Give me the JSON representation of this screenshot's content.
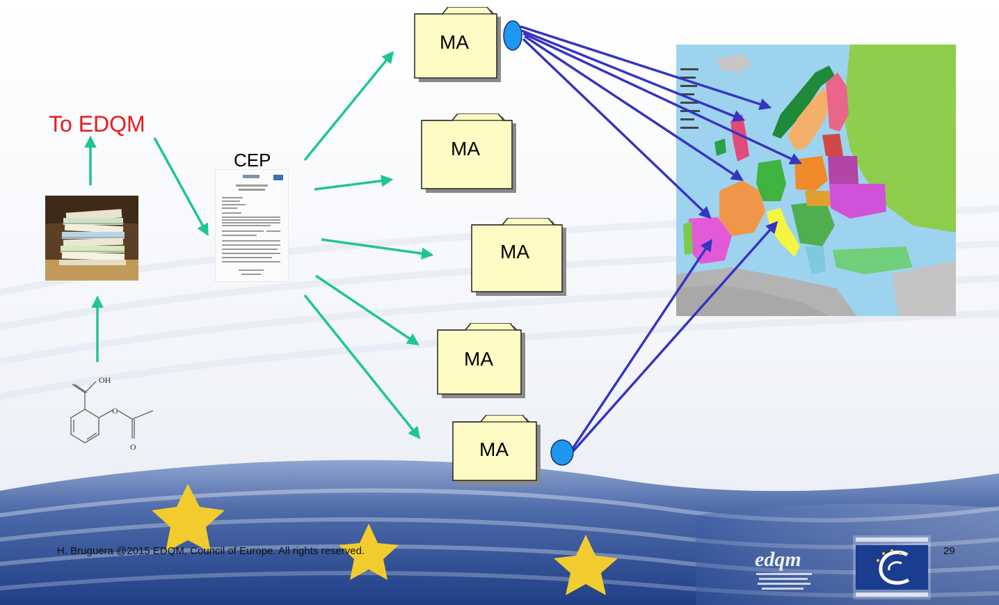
{
  "slide": {
    "to_edqm_label": "To EDQM",
    "cep_label": "CEP",
    "molecule_labels": {
      "oh": "OH",
      "o_ring": "O",
      "o_carbonyl": "O"
    },
    "folders": [
      {
        "label": "MA"
      },
      {
        "label": "MA"
      },
      {
        "label": "MA"
      },
      {
        "label": "MA"
      },
      {
        "label": "MA"
      }
    ],
    "footer": {
      "copyright": "H. Bruguera @2015  EDQM, Council of Europe. All rights reserved.",
      "page_number": "29"
    },
    "colors": {
      "to_edqm_red": "#e8191a",
      "green_arrow": "#1ec596",
      "blue_arrow": "#3535c0",
      "folder_fill": "#fffbc4",
      "folder_shadow": "#8a8a8a",
      "ellipse_fill": "#1f97f0",
      "flag_blue": "#1a3d8f",
      "flag_star": "#f2cc2e"
    },
    "icons": {
      "documents_photo": "paper-stack-photo",
      "cep_document": "certificate-document",
      "map": "europe-map",
      "molecule": "aspirin-structure",
      "edqm_logo": "edqm-logo",
      "coe_logo": "council-of-europe-logo"
    }
  }
}
